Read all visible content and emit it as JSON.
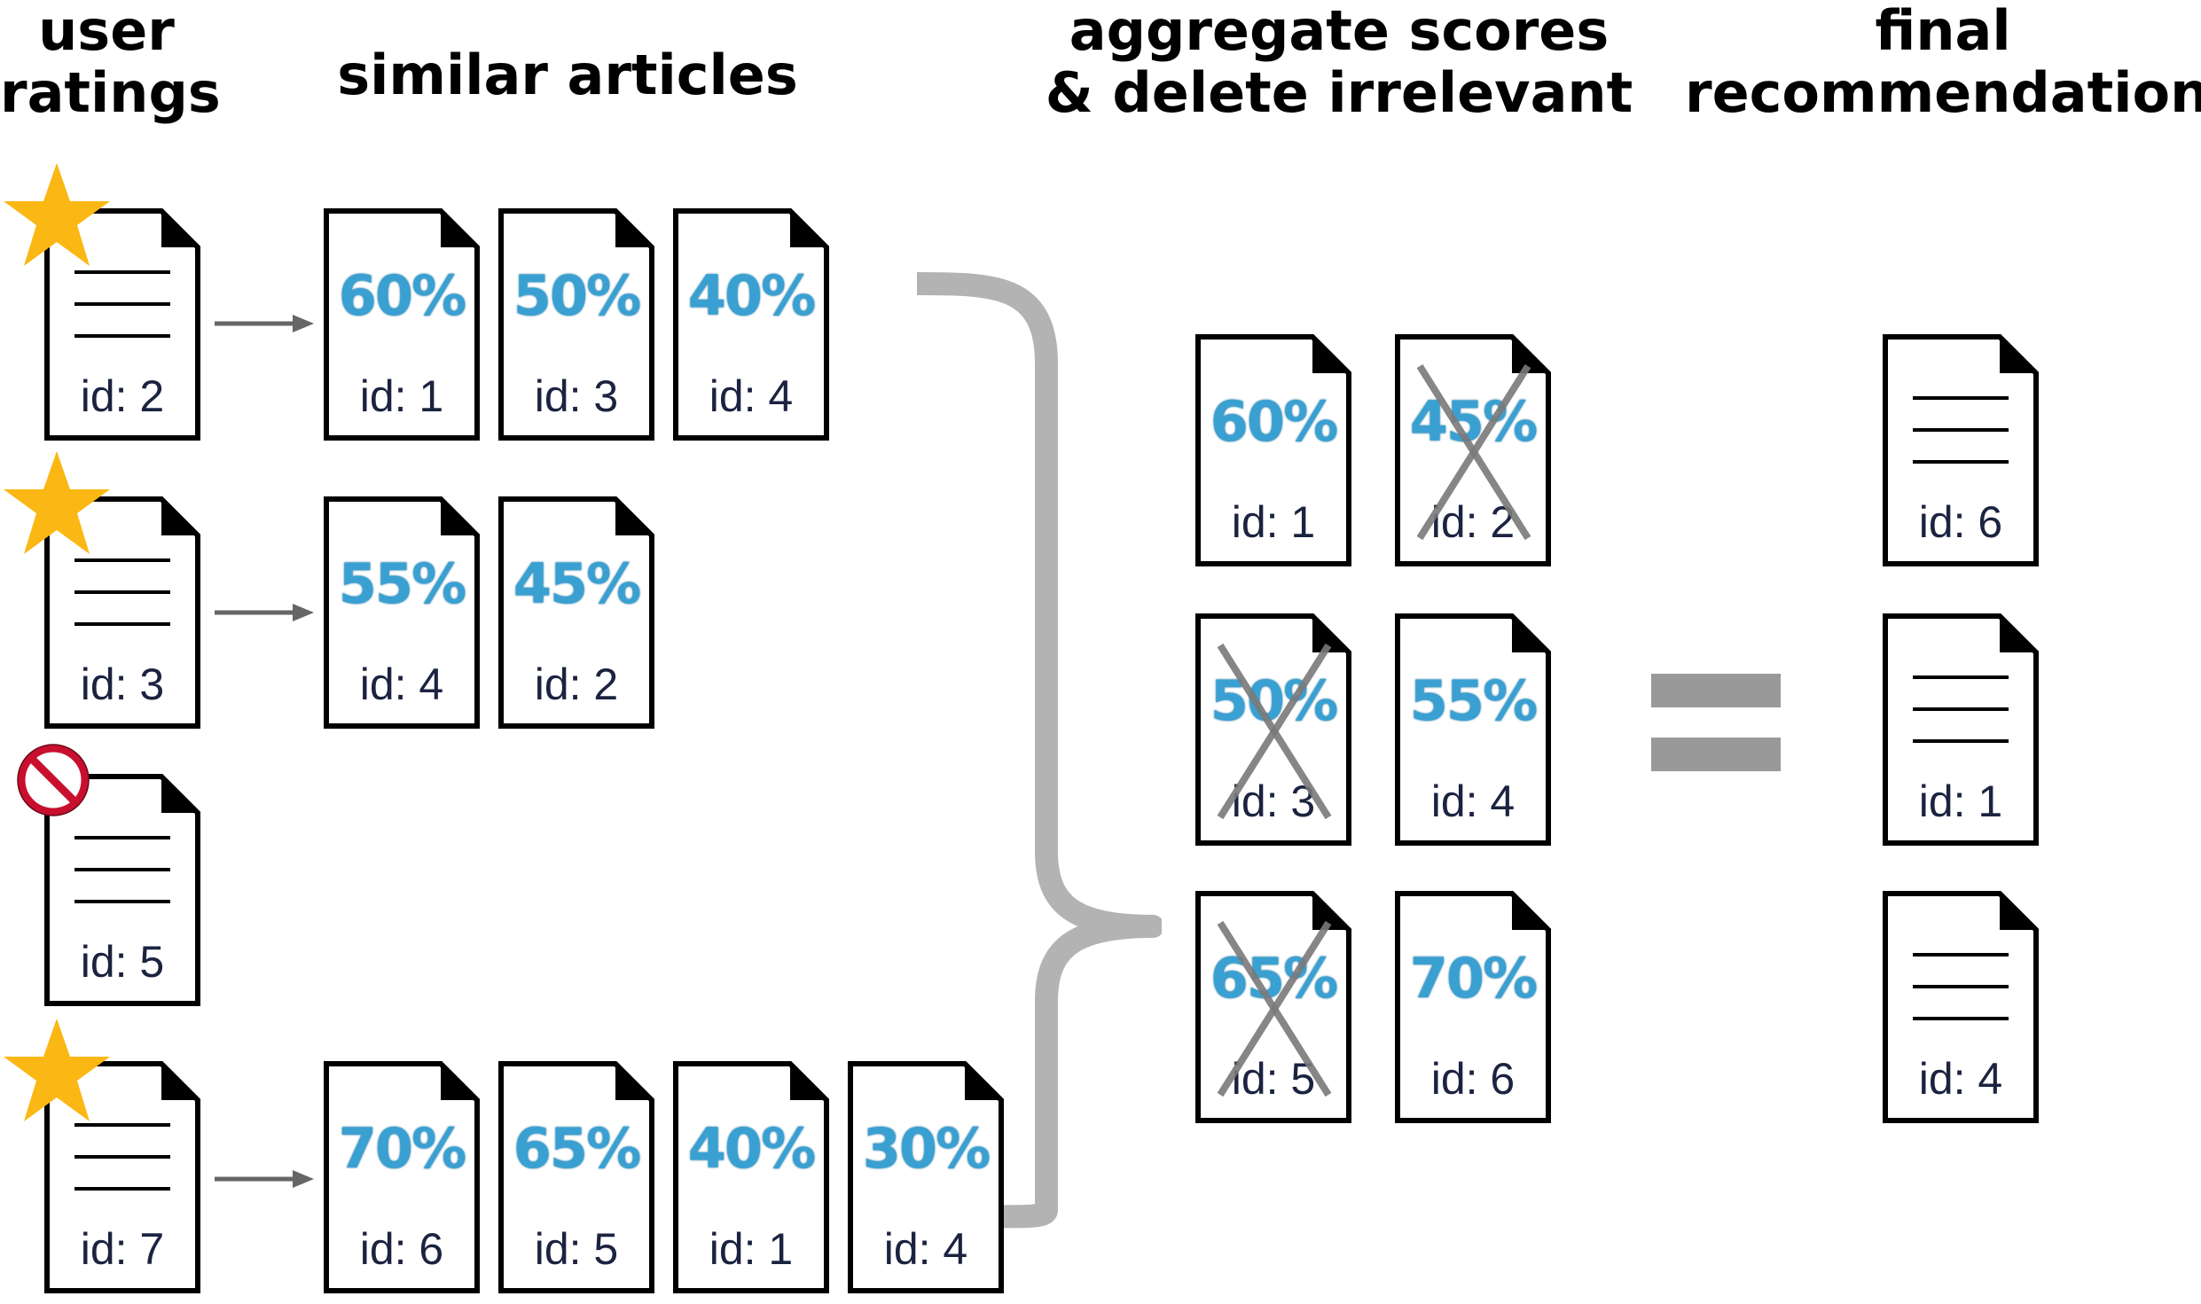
{
  "headers": {
    "user_ratings_1": "user",
    "user_ratings_2": "ratings",
    "similar_articles": "similar articles",
    "aggregate_1": "aggregate scores",
    "aggregate_2": "& delete irrelevant",
    "final_1": "final",
    "final_2": "recommendation"
  },
  "colors": {
    "percent": "#3aa0d2",
    "id_text": "#1b2340",
    "bracket": "#b3b3b3",
    "equals": "#999999",
    "star": "#fbb713",
    "arrow": "#666666",
    "cross": "#7a7a7a"
  },
  "icons": {
    "rated": "star-icon",
    "rejected": "prohibited-icon"
  },
  "rated_articles": [
    {
      "id": "id: 2",
      "rating": "star",
      "similar": [
        {
          "score": "60%",
          "id": "id: 1"
        },
        {
          "score": "50%",
          "id": "id: 3"
        },
        {
          "score": "40%",
          "id": "id: 4"
        }
      ]
    },
    {
      "id": "id: 3",
      "rating": "star",
      "similar": [
        {
          "score": "55%",
          "id": "id: 4"
        },
        {
          "score": "45%",
          "id": "id: 2"
        }
      ]
    },
    {
      "id": "id: 5",
      "rating": "prohibited",
      "similar": []
    },
    {
      "id": "id: 7",
      "rating": "star",
      "similar": [
        {
          "score": "70%",
          "id": "id: 6"
        },
        {
          "score": "65%",
          "id": "id: 5"
        },
        {
          "score": "40%",
          "id": "id: 1"
        },
        {
          "score": "30%",
          "id": "id: 4"
        }
      ]
    }
  ],
  "aggregated": [
    {
      "score": "60%",
      "id": "id: 1",
      "deleted": false
    },
    {
      "score": "45%",
      "id": "id: 2",
      "deleted": true
    },
    {
      "score": "50%",
      "id": "id: 3",
      "deleted": true
    },
    {
      "score": "55%",
      "id": "id: 4",
      "deleted": false
    },
    {
      "score": "65%",
      "id": "id: 5",
      "deleted": true
    },
    {
      "score": "70%",
      "id": "id: 6",
      "deleted": false
    }
  ],
  "final_recommendation": [
    {
      "id": "id: 6"
    },
    {
      "id": "id: 1"
    },
    {
      "id": "id: 4"
    }
  ]
}
